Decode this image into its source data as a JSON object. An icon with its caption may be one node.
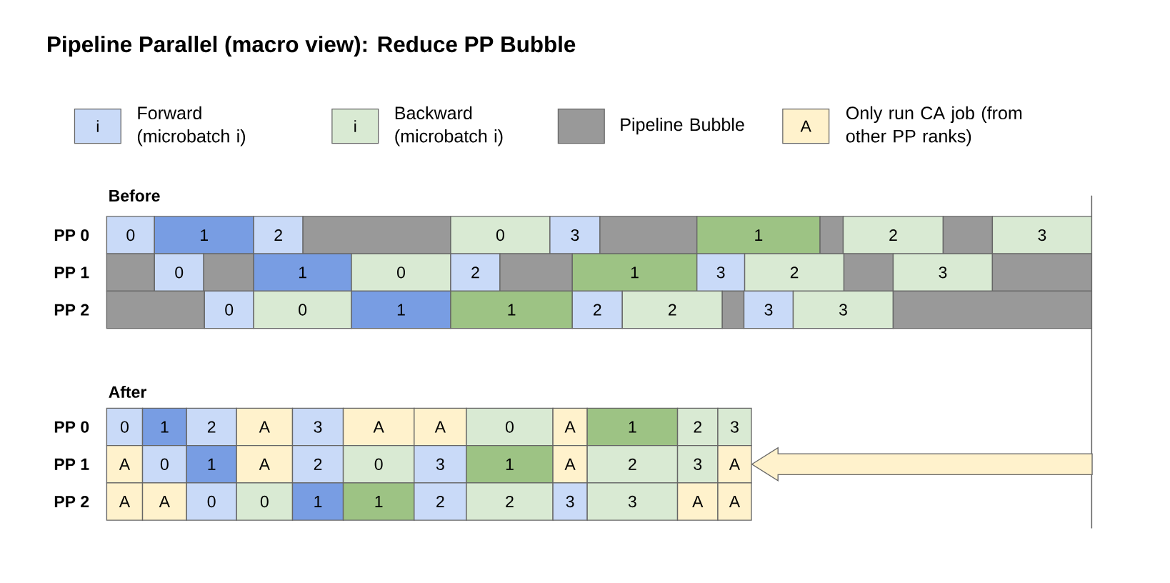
{
  "diagram": {
    "title": "Pipeline Parallel (macro view): Reduce PP Bubble",
    "nodes": [
      {
        "text": [
          "0"
        ]
      },
      {
        "text": [
          "1"
        ]
      },
      {
        "text": [
          "2"
        ]
      },
      {
        "text": [],
        "shape": "box"
      },
      {
        "text": [
          "0"
        ]
      },
      {
        "text": [
          "3"
        ]
      },
      {
        "text": [],
        "shape": "box"
      },
      {
        "text": [
          "1"
        ]
      },
      {
        "text": [],
        "shape": "box"
      },
      {
        "text": [
          "2"
        ]
      },
      {
        "text": [],
        "shape": "box"
      },
      {
        "text": [
          "3"
        ]
      },
      {
        "text": [],
        "shape": "box"
      },
      {
        "text": [
          "0"
        ]
      },
      {
        "text": [],
        "shape": "box"
      },
      {
        "text": [
          "1"
        ]
      },
      {
        "text": [
          "0"
        ]
      },
      {
        "text": [
          "2"
        ]
      },
      {
        "text": [],
        "shape": "box"
      },
      {
        "text": [
          "1"
        ]
      },
      {
        "text": [
          "3"
        ]
      },
      {
        "text": [
          "2"
        ]
      },
      {
        "text": [],
        "shape": "box"
      },
      {
        "text": [
          "3"
        ]
      },
      {
        "text": [],
        "shape": "box"
      },
      {
        "text": [],
        "shape": "box"
      },
      {
        "text": [
          "0"
        ]
      },
      {
        "text": [
          "0"
        ]
      },
      {
        "text": [
          "1"
        ]
      },
      {
        "text": [
          "1"
        ]
      },
      {
        "text": [
          "2"
        ]
      },
      {
        "text": [
          "2"
        ]
      },
      {
        "text": [],
        "shape": "box"
      },
      {
        "text": [
          "3"
        ]
      },
      {
        "text": [
          "3"
        ]
      },
      {
        "text": [],
        "shape": "box"
      },
      {
        "text": [
          "0"
        ]
      },
      {
        "text": [
          "1"
        ]
      },
      {
        "text": [
          "2"
        ]
      },
      {
        "text": [
          "A"
        ]
      },
      {
        "text": [
          "3"
        ]
      },
      {
        "text": [
          "A"
        ]
      },
      {
        "text": [
          "A"
        ]
      },
      {
        "text": [
          "0"
        ]
      },
      {
        "text": [
          "A"
        ]
      },
      {
        "text": [
          "1"
        ]
      },
      {
        "text": [
          "2"
        ]
      },
      {
        "text": [
          "3"
        ]
      },
      {
        "text": [
          "A"
        ]
      },
      {
        "text": [
          "0"
        ]
      },
      {
        "text": [
          "1"
        ]
      },
      {
        "text": [
          "A"
        ]
      },
      {
        "text": [
          "2"
        ]
      },
      {
        "text": [
          "0"
        ]
      },
      {
        "text": [
          "3"
        ]
      },
      {
        "text": [
          "1"
        ]
      },
      {
        "text": [
          "A"
        ]
      },
      {
        "text": [
          "2"
        ]
      },
      {
        "text": [
          "3"
        ]
      },
      {
        "text": [
          "A"
        ]
      },
      {
        "text": [
          "A"
        ]
      },
      {
        "text": [
          "A"
        ]
      },
      {
        "text": [
          "0"
        ]
      },
      {
        "text": [
          "0"
        ]
      },
      {
        "text": [
          "1"
        ]
      },
      {
        "text": [
          "1"
        ]
      },
      {
        "text": [
          "2"
        ]
      },
      {
        "text": [
          "2"
        ]
      },
      {
        "text": [
          "3"
        ]
      },
      {
        "text": [
          "3"
        ]
      },
      {
        "text": [
          "A"
        ]
      },
      {
        "text": [
          "A"
        ]
      }
    ],
    "edges": [
      {
        "from": null,
        "to": 59,
        "arrow": "to"
      }
    ],
    "labels": [
      "i",
      "i",
      "A",
      "Before",
      "PP 0",
      "PP 1",
      "PP 2",
      "After",
      "PP 0",
      "PP 1",
      "PP 2"
    ],
    "legend": [
      {
        "text": "Forward (microbatch i)",
        "color": "#c9daf8"
      },
      {
        "text": "Backward (microbatch i)",
        "color": "#d9ead3"
      },
      {
        "text": "Pipeline Bubble",
        "color": "#999999"
      },
      {
        "text": "Only run CA job (from other PP ranks)",
        "color": "#fff2cc"
      }
    ]
  }
}
